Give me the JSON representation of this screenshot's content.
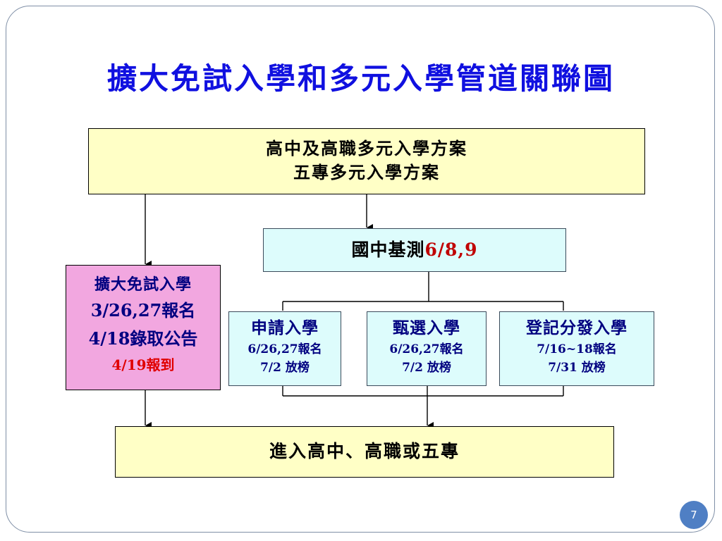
{
  "title": "擴大免試入學和多元入學管道關聯圖",
  "top_box": {
    "line1": "高中及高職多元入學方案",
    "line2": "五專多元入學方案"
  },
  "exam_box": {
    "label": "國中基測",
    "dates": "6/8,9"
  },
  "free_box": {
    "name": "擴大免試入學",
    "register": "3/26,27報名",
    "announce": "4/18錄取公告",
    "report": "4/19報到"
  },
  "apply_box": {
    "name": "申請入學",
    "register": "6/26,27報名",
    "announce": "7/2 放榜"
  },
  "select_box": {
    "name": "甄選入學",
    "register": "6/26,27報名",
    "announce": "7/2 放榜"
  },
  "reg_box": {
    "name": "登記分發入學",
    "register": "7/16~18報名",
    "announce": "7/31 放榜"
  },
  "bottom_box": {
    "label": "進入高中、高職或五專"
  },
  "page_number": "7",
  "colors": {
    "title": "#1010e0",
    "yellow_box": "#ffffc6",
    "cyan_box": "#ddfcfc",
    "pink_box": "#f2a7e0",
    "highlight_red": "#c00000",
    "page_badge": "#4f7fc4"
  }
}
